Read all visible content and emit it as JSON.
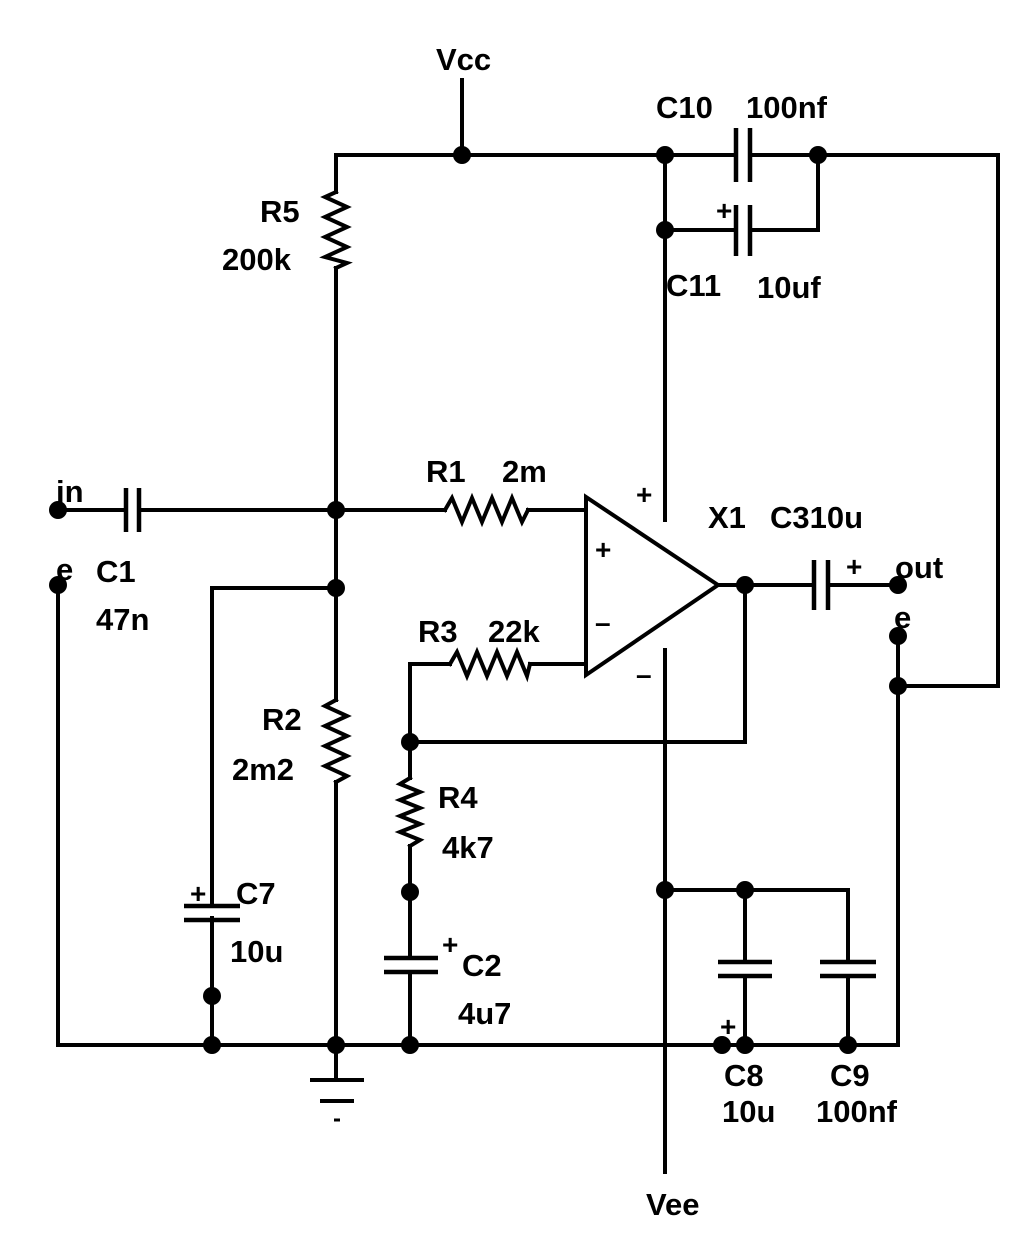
{
  "rails": {
    "vcc": "Vcc",
    "vee": "Vee"
  },
  "ports": {
    "in": "in",
    "in_e": "e",
    "out": "out",
    "out_e": "e"
  },
  "opamp": {
    "name": "X1",
    "plus_input": "+",
    "minus_input": "–",
    "plus_supply": "+",
    "minus_supply": "–"
  },
  "components": {
    "r1": {
      "name": "R1",
      "value": "2m"
    },
    "r2": {
      "name": "R2",
      "value": "2m2"
    },
    "r3": {
      "name": "R3",
      "value": "22k"
    },
    "r4": {
      "name": "R4",
      "value": "4k7"
    },
    "r5": {
      "name": "R5",
      "value": "200k"
    },
    "c1": {
      "name": "C1",
      "value": "47n"
    },
    "c2": {
      "name": "C2",
      "value": "4u7",
      "polarity": "+"
    },
    "c3": {
      "name_value": "C310u",
      "polarity": "+"
    },
    "c7": {
      "name": "C7",
      "value": "10u",
      "polarity": "+"
    },
    "c8": {
      "name": "C8",
      "value": "10u",
      "polarity": "+"
    },
    "c9": {
      "name": "C9",
      "value": "100nf"
    },
    "c10": {
      "name": "C10",
      "value": "100nf"
    },
    "c11": {
      "name": "C11",
      "value": "10uf",
      "polarity": "+"
    }
  }
}
